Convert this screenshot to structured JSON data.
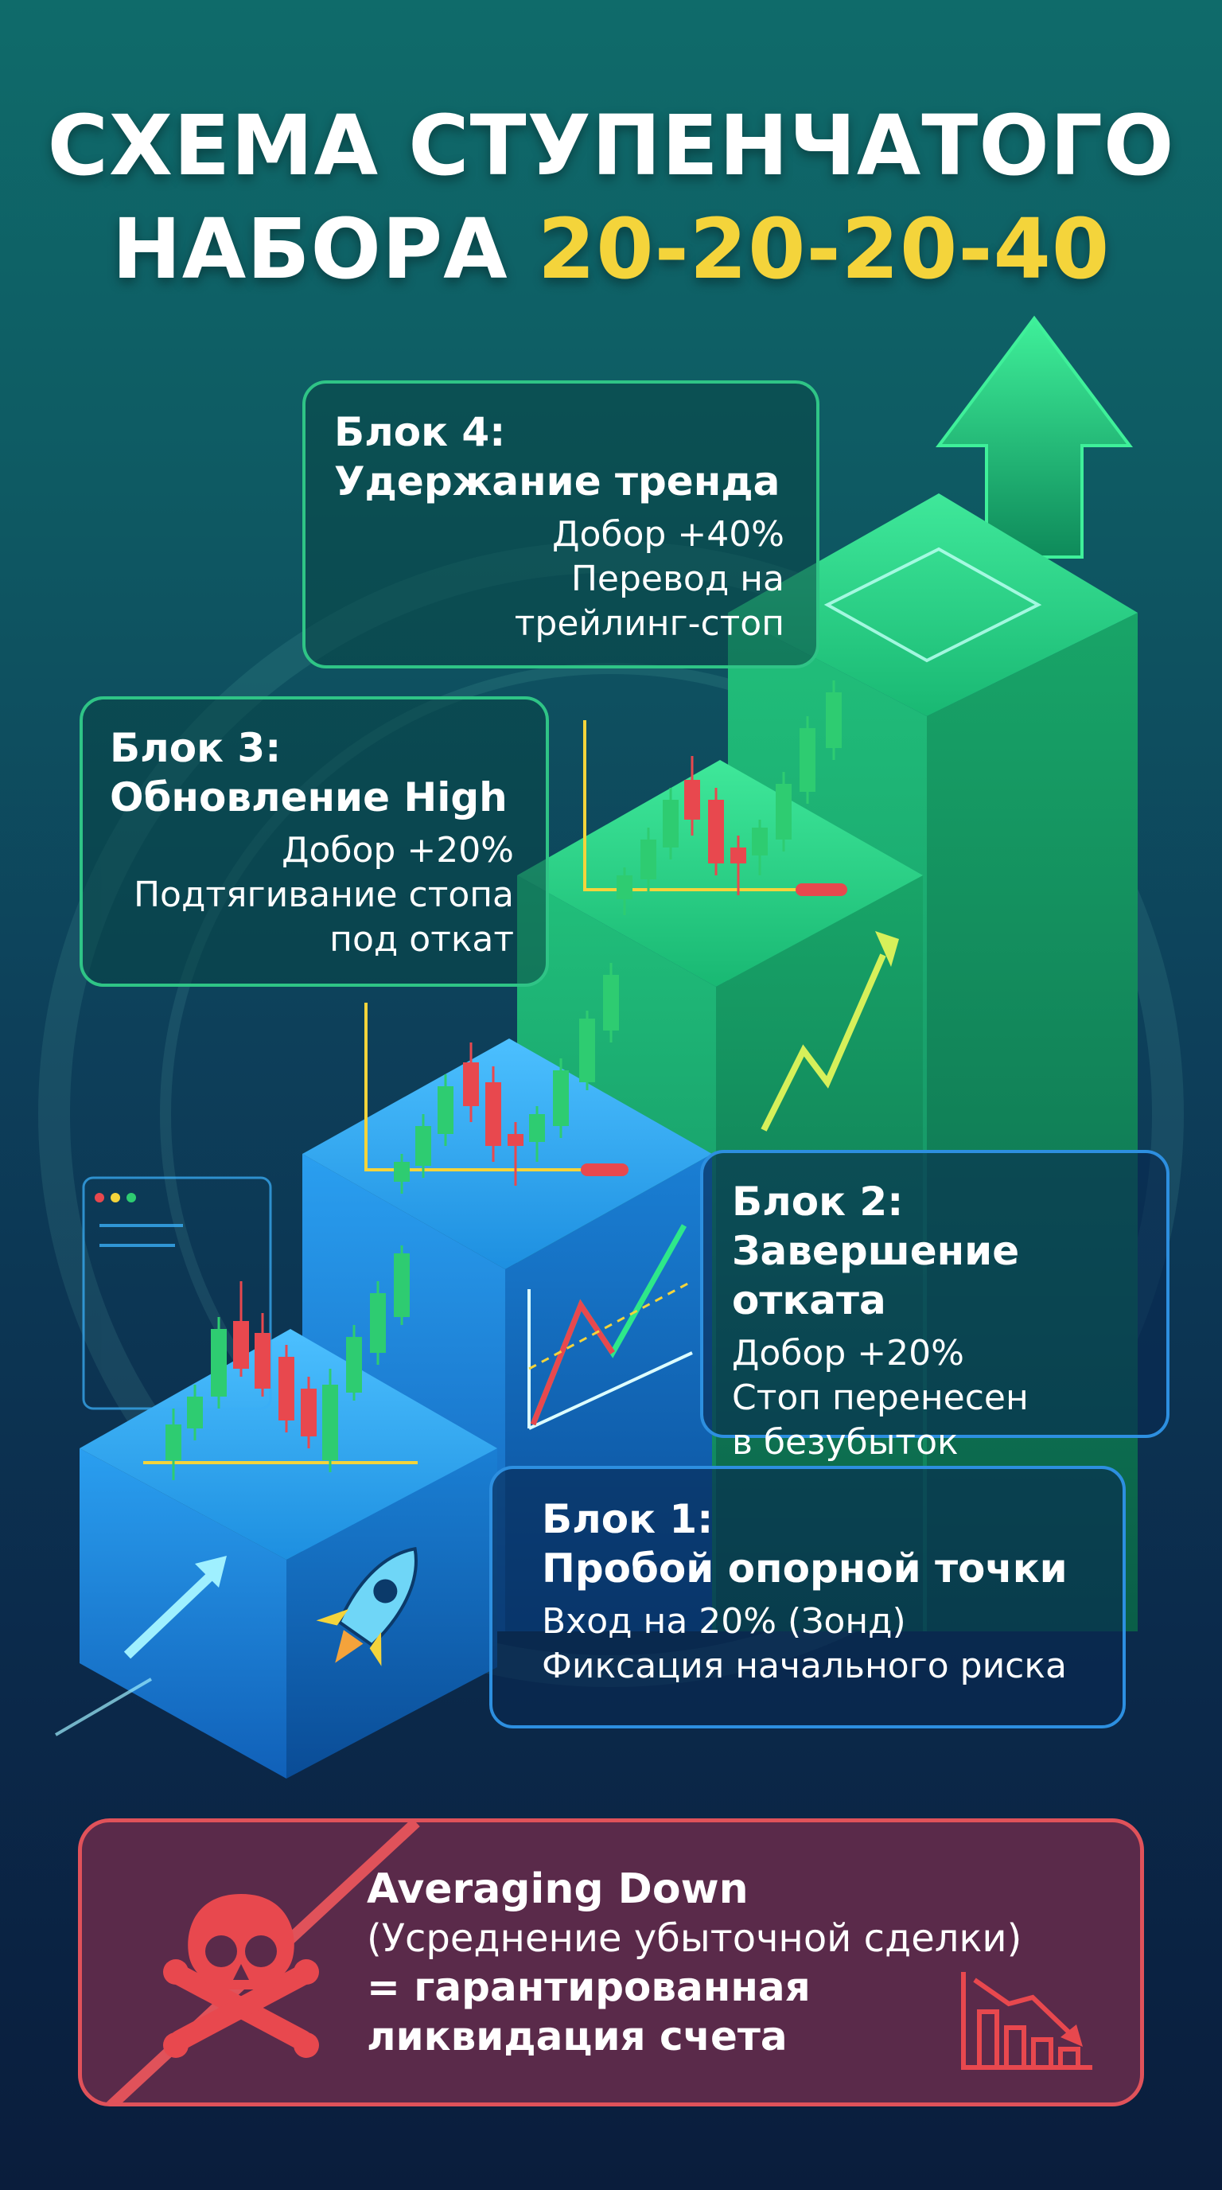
{
  "title": {
    "line1": "СХЕМА СТУПЕНЧАТОГО",
    "line2_prefix": "НАБОРА ",
    "line2_accent": "20-20-20-40"
  },
  "blocks": [
    {
      "heading1": "Блок 1:",
      "heading2": "Пробой опорной точки",
      "line1": "Вход на 20% (Зонд)",
      "line2": "Фиксация начального риска"
    },
    {
      "heading1": "Блок 2:",
      "heading2": "Завершение отката",
      "line1": "Добор +20%",
      "line2": "Стоп перенесен",
      "line3": "в безубыток"
    },
    {
      "heading1": "Блок 3:",
      "heading2": "Обновление High",
      "line1": "Добор +20%",
      "line2": "Подтягивание стопа",
      "line3": "под откат"
    },
    {
      "heading1": "Блок 4:",
      "heading2": "Удержание тренда",
      "line1": "Добор +40%",
      "line2": "Перевод на",
      "line3": "трейлинг-стоп"
    }
  ],
  "warning": {
    "heading": "Averaging Down",
    "subtitle": "(Усреднение убыточной сделки)",
    "line1": "= гарантированная",
    "line2": "ликвидация счета"
  },
  "icons": {
    "skull": "skull-crossbones-icon",
    "chart_down": "chart-down-icon",
    "rocket": "rocket-icon",
    "arrow_up": "arrow-up-icon"
  },
  "colors": {
    "accent": "#f4d43b",
    "green_border": "#2fc486",
    "blue_border": "#2d8fe0",
    "danger": "#e0525a",
    "candle_up": "#2ecc71",
    "candle_down": "#e8484e"
  }
}
